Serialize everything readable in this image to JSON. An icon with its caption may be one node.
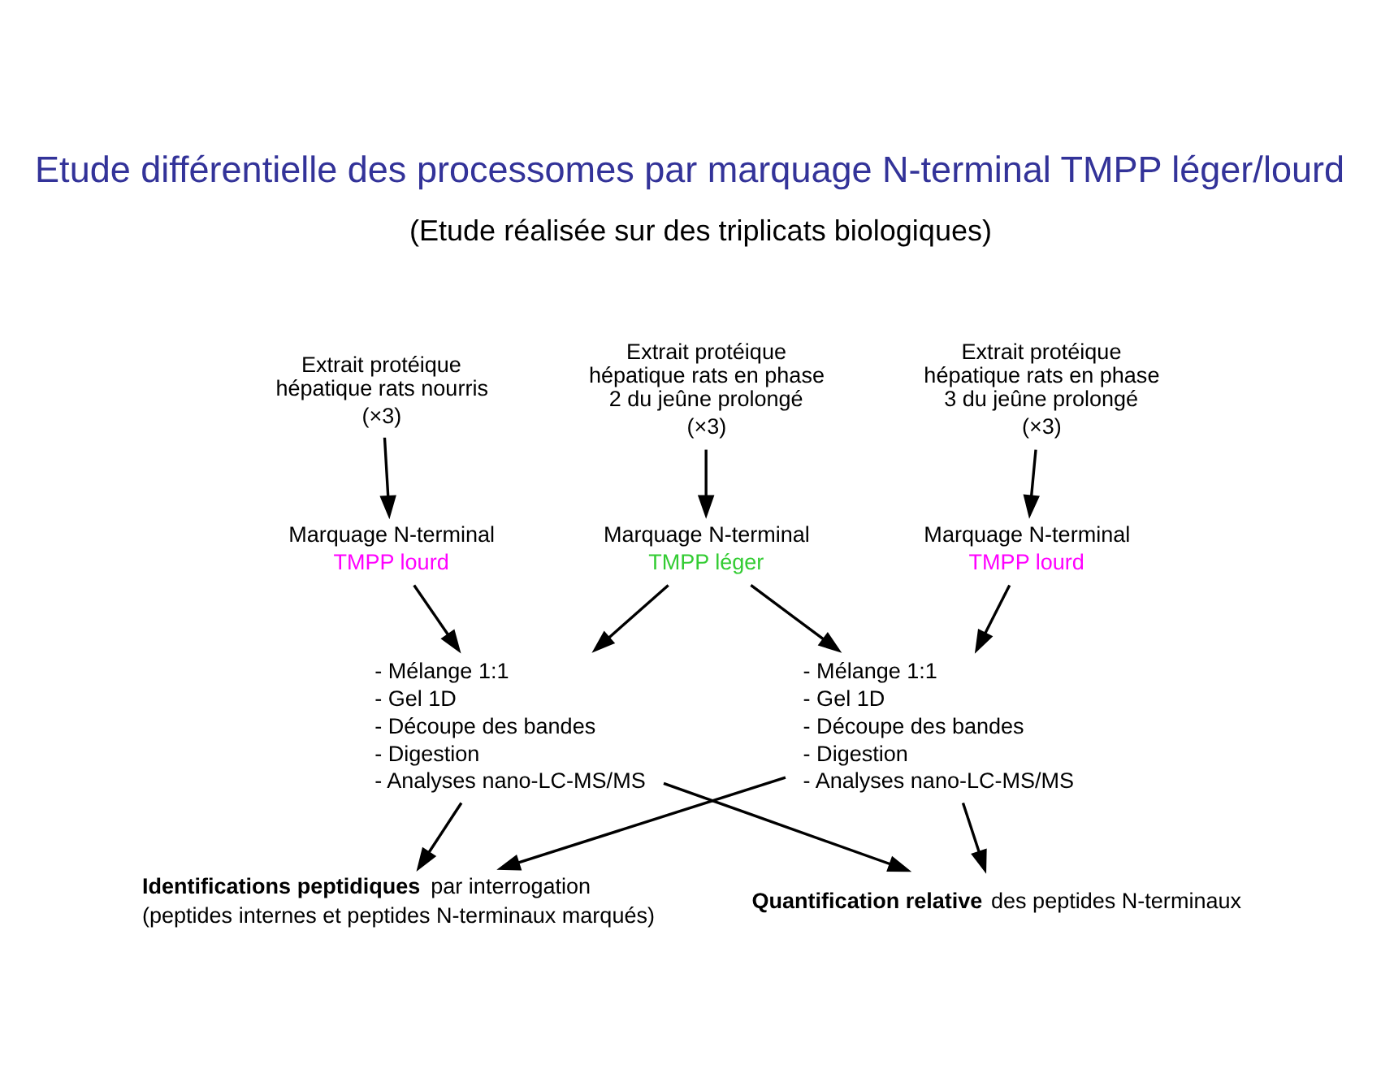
{
  "diagram": {
    "title": "Etude différentielle des processomes par marquage N-terminal TMPP léger/lourd",
    "nodes": [
      {
        "text": [
          "Extrait protéique hépatique rats nourris",
          "(×3)"
        ]
      },
      {
        "text": [
          "Extrait protéique hépatique rats en phase 2 du jeûne prolongé",
          "(×3)"
        ]
      },
      {
        "text": [
          "Extrait protéique hépatique rats en phase 3 du jeûne prolongé",
          "(×3)"
        ]
      },
      {
        "text": [
          "Marquage N-terminal",
          "TMPP lourd"
        ]
      },
      {
        "text": [
          "Marquage N-terminal",
          "TMPP léger"
        ]
      },
      {
        "text": [
          "Marquage N-terminal",
          "TMPP lourd"
        ]
      },
      {
        "text": [
          "- Mélange 1:1",
          "- Gel 1D",
          "- Découpe des bandes",
          "- Digestion",
          "- Analyses nano-LC-MS/MS"
        ]
      },
      {
        "text": [
          "- Mélange 1:1",
          "- Gel 1D",
          "- Découpe des bandes",
          "- Digestion",
          "- Analyses nano-LC-MS/MS"
        ]
      },
      {
        "text": [
          "**Identifications peptidiques** par interrogation",
          "(peptides internes et peptides N-terminaux marqués)"
        ]
      },
      {
        "text": [
          "**Quantification relative** des peptides N-terminaux"
        ]
      }
    ],
    "edges": [
      {
        "from": 0,
        "to": 3,
        "arrow": "to"
      },
      {
        "from": 1,
        "to": 4,
        "arrow": "to"
      },
      {
        "from": 2,
        "to": 5,
        "arrow": "to"
      },
      {
        "from": 3,
        "to": 6,
        "arrow": "to"
      },
      {
        "from": 4,
        "to": 6,
        "arrow": "to"
      },
      {
        "from": 4,
        "to": 7,
        "arrow": "to"
      },
      {
        "from": 5,
        "to": 7,
        "arrow": "to"
      },
      {
        "from": 6,
        "to": 8,
        "arrow": "to"
      },
      {
        "from": 6,
        "to": 9,
        "arrow": "to"
      },
      {
        "from": 7,
        "to": 8,
        "arrow": "to"
      },
      {
        "from": 7,
        "to": 9,
        "arrow": "to"
      }
    ],
    "labels": [
      "(Etude réalisée sur des triplicats biologiques)"
    ]
  }
}
